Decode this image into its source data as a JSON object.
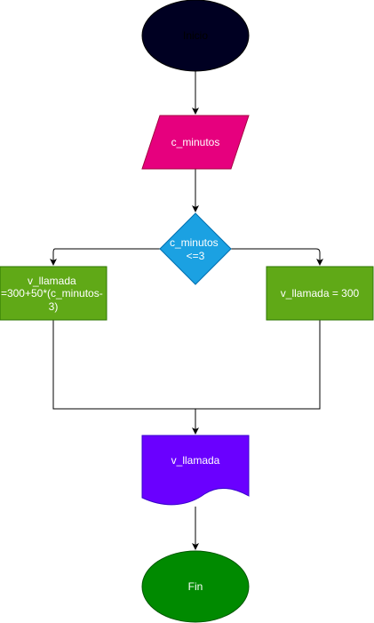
{
  "flowchart": {
    "start": {
      "label": "Inicio",
      "fill": "#000022",
      "text_color": "#000000"
    },
    "input": {
      "label": "c_minutos",
      "fill": "#E6007E",
      "text_color": "#ffffff"
    },
    "decision": {
      "lines": [
        "c_minutos",
        "<=3"
      ],
      "fill": "#1BA1E2",
      "stroke": "#006EAF",
      "text_color": "#ffffff"
    },
    "process_left": {
      "lines": [
        "v_llamada",
        "=300+50*(c_minutos-",
        "3)"
      ],
      "fill": "#60A917",
      "stroke": "#2D7600",
      "text_color": "#ffffff"
    },
    "process_right": {
      "label": "v_llamada = 300",
      "fill": "#60A917",
      "stroke": "#2D7600",
      "text_color": "#ffffff"
    },
    "output": {
      "label": "v_llamada",
      "fill": "#6A00FF",
      "stroke": "#3700CC",
      "text_color": "#ffffff"
    },
    "end": {
      "label": "Fin",
      "fill": "#008A00",
      "stroke": "#005700",
      "text_color": "#ffffff"
    },
    "connector_color": "#000000"
  }
}
